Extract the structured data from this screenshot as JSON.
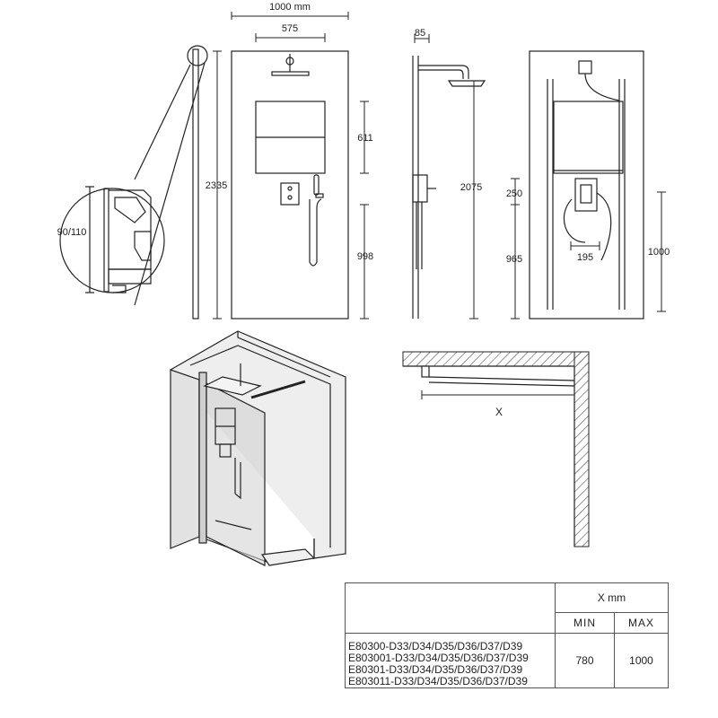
{
  "dimensions": {
    "width_total": "1000 mm",
    "width_panel": "575",
    "height_total": "2335",
    "depth_top": "85",
    "height_upper": "611",
    "height_lower": "998",
    "height_column": "2075",
    "profile": "90/110",
    "offset_250": "250",
    "offset_965": "965",
    "width_195": "195",
    "height_1000": "1000",
    "plan_x": "X"
  },
  "table": {
    "header": "X mm",
    "min_label": "MIN",
    "max_label": "MAX",
    "models": [
      "E80300-D33/D34/D35/D36/D37/D39",
      "E803001-D33/D34/D35/D36/D37/D39",
      "E80301-D33/D34/D35/D36/D37/D39",
      "E803011-D33/D34/D35/D36/D37/D39"
    ],
    "min_value": "780",
    "max_value": "1000"
  }
}
